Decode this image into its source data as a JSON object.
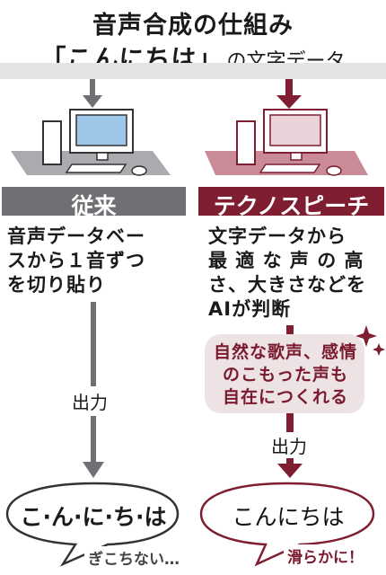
{
  "title": "音声合成の仕組み",
  "input": {
    "quote": "「こんにちは」",
    "rest": "の文字データ"
  },
  "left": {
    "label": "従来",
    "description": [
      "音声データベー",
      "スから１音ずつ",
      "を切り貼り"
    ],
    "output_label": "出力",
    "result": "こ·ん·に·ち·は",
    "note": "ぎこちない…"
  },
  "right": {
    "label": "テクノスピーチ",
    "description": [
      "文字データから",
      "最 適 な 声 の 高",
      "さ、大きさなどを",
      "AIが判断"
    ],
    "highlight": [
      "自然な歌声、感情",
      "のこもった声も",
      "自在につくれる"
    ],
    "output_label": "出力",
    "result": "こんにちは",
    "note": "滑らかに！"
  },
  "colors": {
    "gray_band": "#6e7073",
    "red_band": "#7f1e30",
    "floor_gray": "#9a9ca0",
    "floor_red": "#b5677a",
    "accent": "#7a1a2e"
  }
}
